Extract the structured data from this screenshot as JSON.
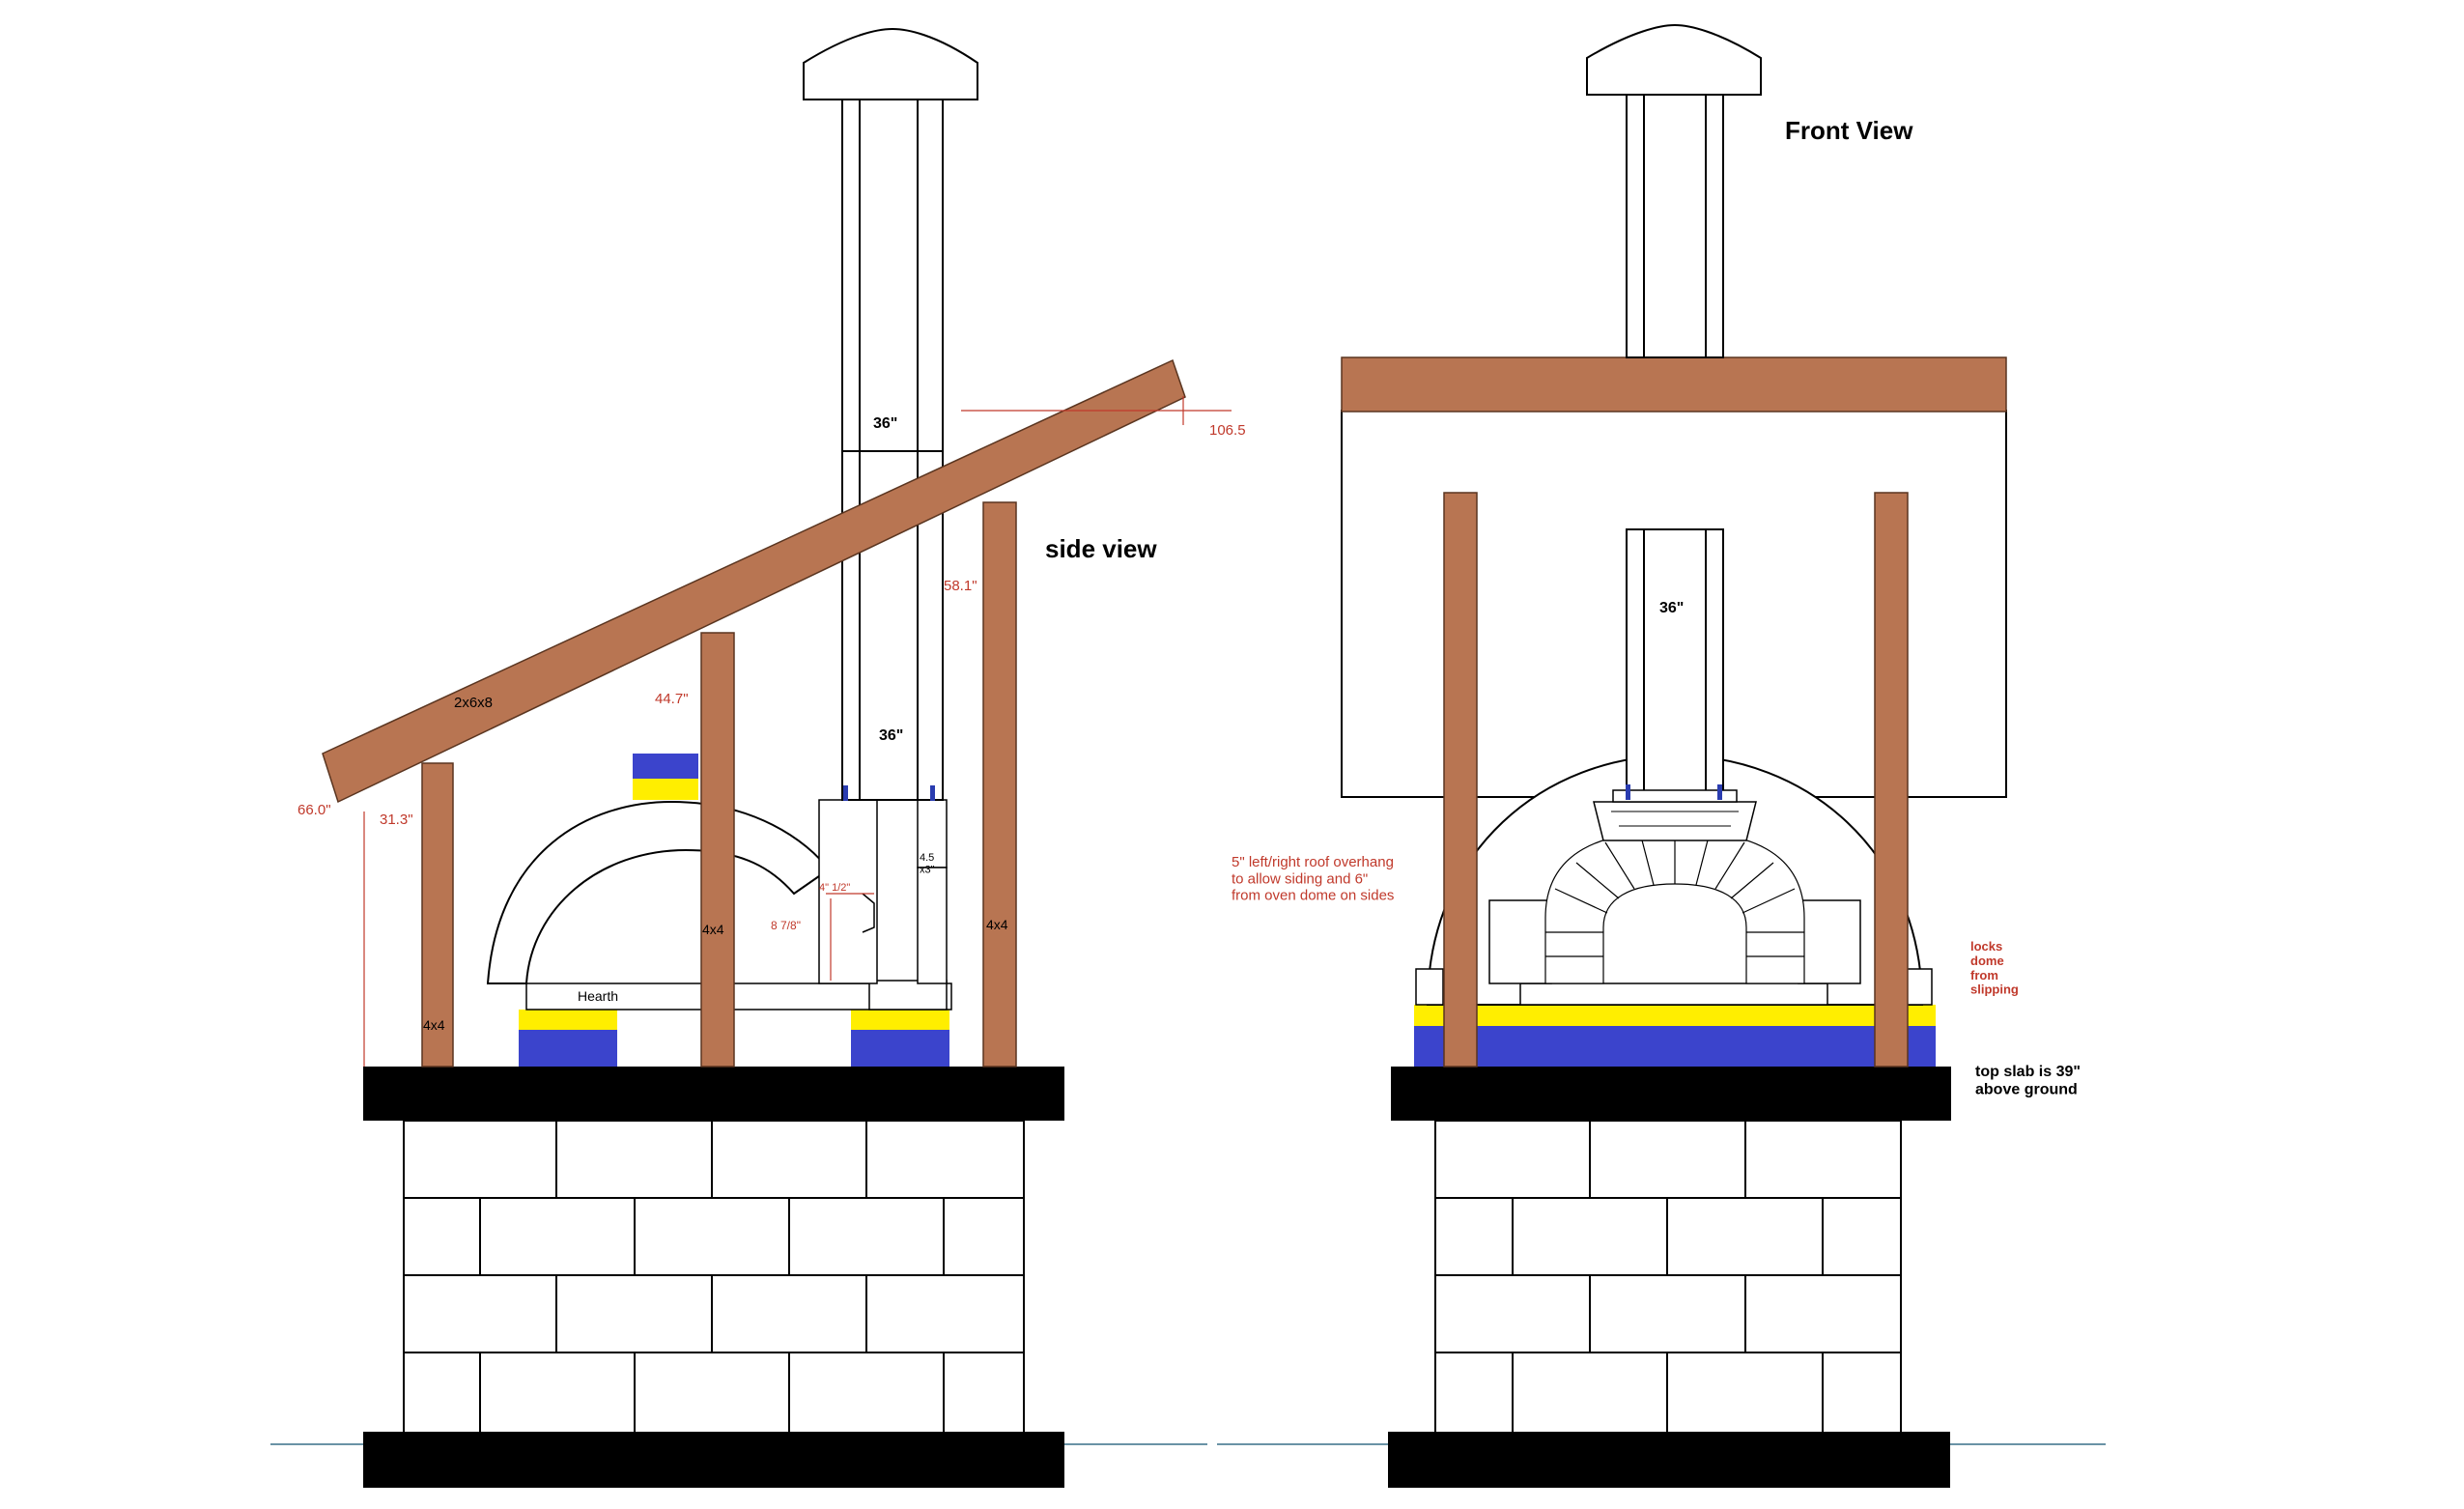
{
  "views": {
    "side": {
      "title": "side view",
      "labels": {
        "flue_upper": "36\"",
        "flue_lower": "36\"",
        "rafter": "2x6x8",
        "post_left": "4x4",
        "post_middle": "4x4",
        "post_right": "4x4",
        "hearth": "Hearth",
        "vent_size": "4.5\nx3\""
      },
      "dimensions": {
        "top_height": "106.5",
        "right_post": "58.1\"",
        "middle_post": "44.7\"",
        "front_left": "66.0\"",
        "left_post": "31.3\"",
        "door_depth": "4\" 1/2\"",
        "door_height": "8 7/8\""
      }
    },
    "front": {
      "title": "Front View",
      "labels": {
        "flue": "36\""
      },
      "notes": {
        "overhang": "5\" left/right roof overhang\nto allow siding and 6\"\nfrom oven dome on sides",
        "locks": "locks\ndome\nfrom\nslipping",
        "slab": "top slab is 39\"\nabove ground"
      }
    }
  },
  "colors": {
    "wood": "#b87552",
    "slab": "#000000",
    "insulation_blue": "#3b44cc",
    "insulation_yellow": "#ffee00",
    "line": "#000000",
    "dimension": "#c0392b",
    "flange": "#2a3cb0"
  }
}
